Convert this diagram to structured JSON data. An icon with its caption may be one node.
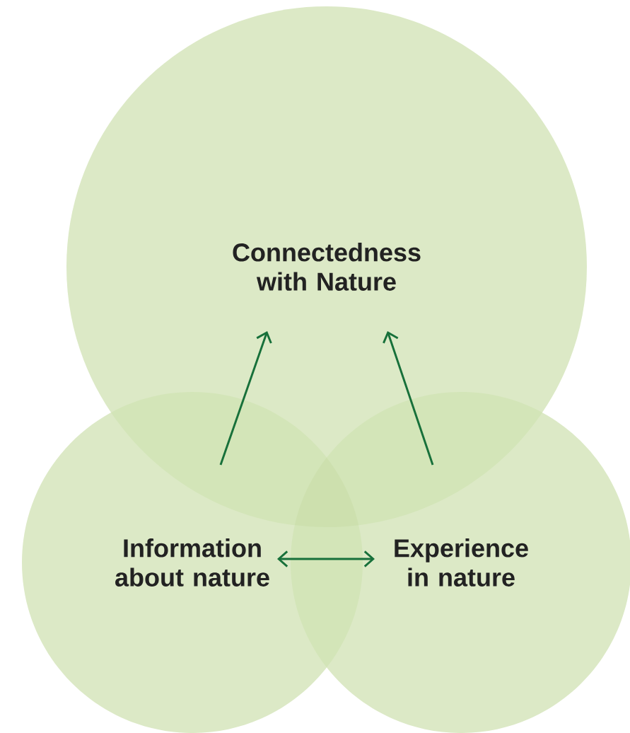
{
  "diagram": {
    "nodes": [
      {
        "text": [
          "Connectedness with Nature"
        ]
      },
      {
        "text": [
          "Information about nature"
        ]
      },
      {
        "text": [
          "Experience in nature"
        ]
      }
    ],
    "edges": [
      {
        "from": 1,
        "to": 0,
        "arrow": "to"
      },
      {
        "from": 2,
        "to": 0,
        "arrow": "to"
      },
      {
        "from": 1,
        "to": 2,
        "arrow": "both"
      }
    ]
  }
}
